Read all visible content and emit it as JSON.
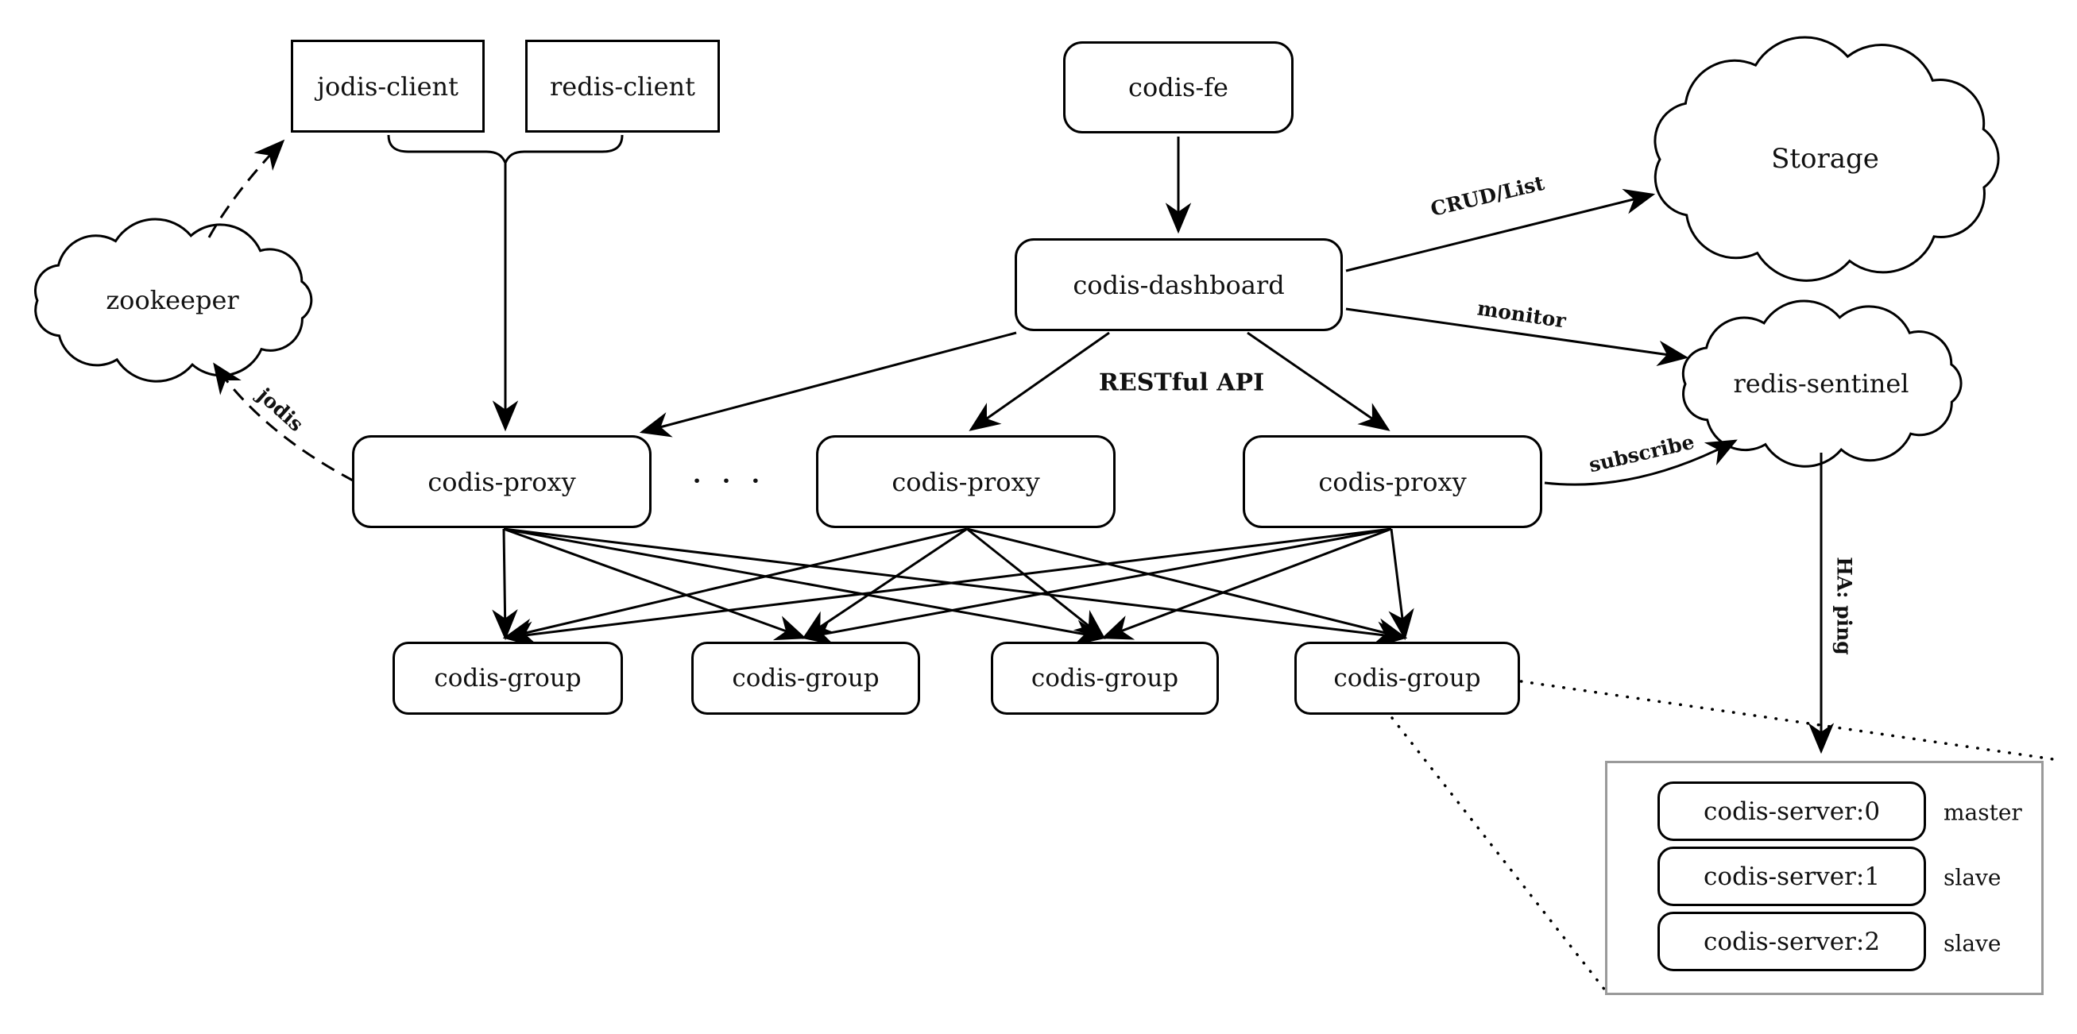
{
  "nodes": {
    "clients": [
      {
        "label": "jodis-client"
      },
      {
        "label": "redis-client"
      }
    ],
    "fe": {
      "label": "codis-fe"
    },
    "dashboard": {
      "label": "codis-dashboard"
    },
    "proxies": [
      {
        "label": "codis-proxy"
      },
      {
        "label": "codis-proxy"
      },
      {
        "label": "codis-proxy"
      }
    ],
    "proxy_ellipsis": "· · ·",
    "groups": [
      {
        "label": "codis-group"
      },
      {
        "label": "codis-group"
      },
      {
        "label": "codis-group"
      },
      {
        "label": "codis-group"
      }
    ],
    "servers": [
      {
        "label": "codis-server:0",
        "role": "master"
      },
      {
        "label": "codis-server:1",
        "role": "slave"
      },
      {
        "label": "codis-server:2",
        "role": "slave"
      }
    ],
    "clouds": [
      {
        "label": "zookeeper"
      },
      {
        "label": "Storage"
      },
      {
        "label": "redis-sentinel"
      }
    ]
  },
  "edge_labels": {
    "crud": "CRUD/List",
    "monitor": "monitor",
    "restful_api": "RESTful API",
    "subscribe": "subscribe",
    "jodis": "jodis",
    "ha_ping": "HA: ping"
  },
  "colors": {
    "stroke": "#000000",
    "container_border": "#9a9a9a",
    "background": "#ffffff"
  }
}
